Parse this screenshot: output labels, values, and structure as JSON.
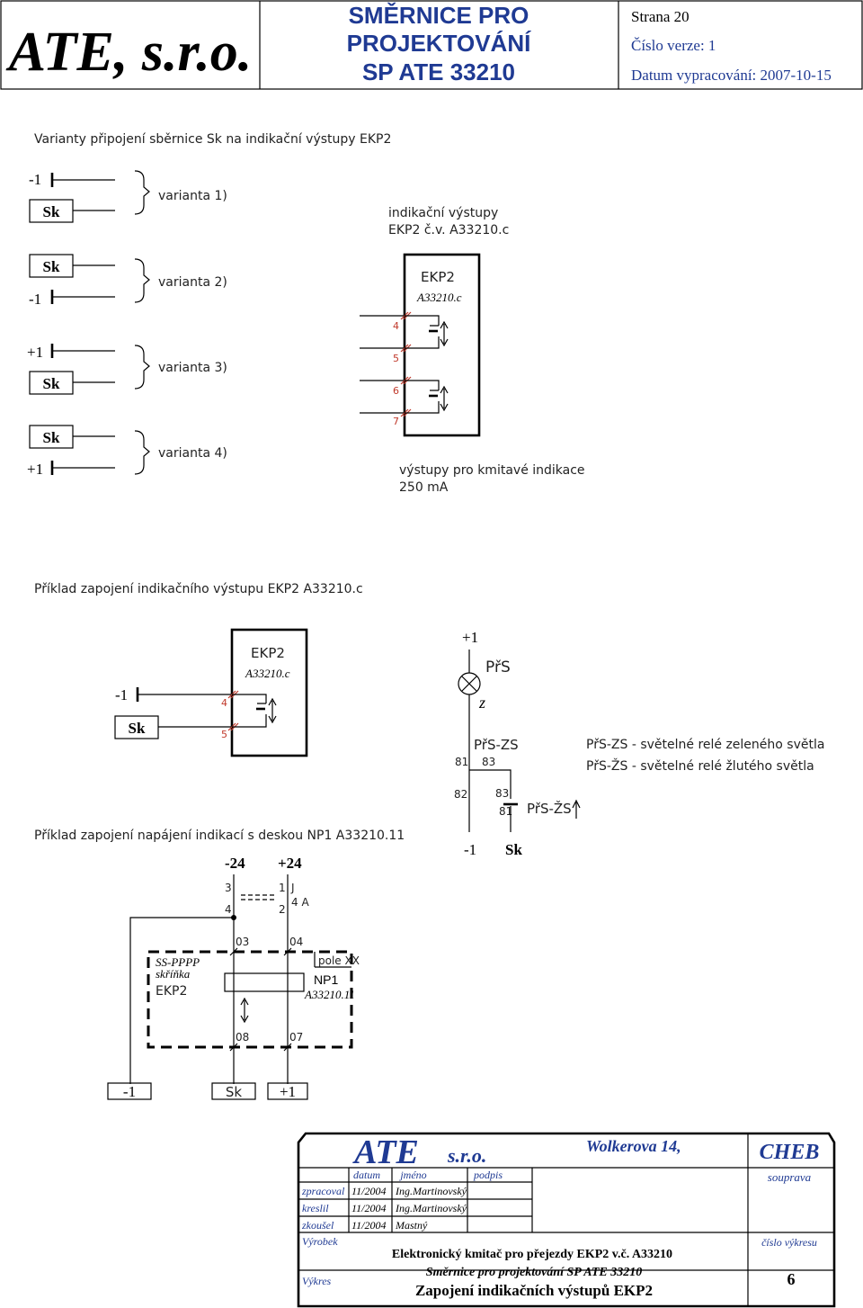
{
  "header": {
    "company": "ATE, s.r.o.",
    "title_line1": "SMĚRNICE PRO",
    "title_line2": "PROJEKTOVÁNÍ",
    "title_line3": "SP ATE 33210",
    "page": "Strana 20",
    "version": "Číslo verze: 1",
    "date": "Datum vypracování: 2007-10-15"
  },
  "section1": {
    "title": "Varianty připojení sběrnice Sk na indikační výstupy EKP2",
    "variants": [
      "varianta 1)",
      "varianta 2)",
      "varianta 3)",
      "varianta 4)"
    ],
    "labels": {
      "minus1": "-1",
      "plus1": "+1",
      "sk": "Sk"
    },
    "outputs_note_line1": "indikační výstupy",
    "outputs_note_line2": "EKP2 č.v. A33210.c",
    "module_name": "EKP2",
    "module_code": "A33210.c",
    "pins": [
      "4",
      "5",
      "6",
      "7"
    ],
    "bottom_note_line1": "výstupy pro kmitavé indikace",
    "bottom_note_line2": "250 mA"
  },
  "section2": {
    "title": "Příklad zapojení indikačního výstupu EKP2 A33210.c",
    "minus1": "-1",
    "sk": "Sk",
    "module_name": "EKP2",
    "module_code": "A33210.c",
    "pins": [
      "4",
      "5"
    ],
    "plus1": "+1",
    "prs": "PřS",
    "z": "z",
    "prs_zs": "PřS-ZS",
    "contact_81": "81",
    "contact_83": "83",
    "contact_82": "82",
    "contact_83b": "83",
    "contact_81b": "81",
    "prs_zs2": "PřS-ŽS",
    "legend1": "PřS-ZS  -  světelné relé zeleného světla",
    "legend2": "PřS-ŽS  -  světelné relé žlutého světla",
    "bottom_minus1": "-1",
    "bottom_sk": "Sk"
  },
  "section3": {
    "title": "Příklad zapojení napájení indikací s deskou NP1 A33210.11",
    "minus24": "-24",
    "plus24": "+24",
    "pin3": "3",
    "pin4": "4",
    "pin1": "1",
    "pin2": "2",
    "fuse": "J",
    "fuse_rating": "4 A",
    "t03": "03",
    "t04": "04",
    "t08": "08",
    "t07": "07",
    "ss_line1": "SS-PPPP",
    "ss_line2": "skříňka",
    "ss_line3": "EKP2",
    "pole": "pole XX",
    "np1": "NP1",
    "np1_code": "A33210.11",
    "term_minus1": "-1",
    "term_sk": "Sk",
    "term_plus1": "+1"
  },
  "titleblock": {
    "ate": "ATE",
    "sro": "s.r.o.",
    "address": "Wolkerova 14,",
    "city": "CHEB",
    "souprava": "souprava",
    "col_datum": "datum",
    "col_jmeno": "jméno",
    "col_podpis": "podpis",
    "row1_label": "zpracoval",
    "row1_date": "11/2004",
    "row1_name": "Ing.Martinovský",
    "row2_label": "kreslil",
    "row2_date": "11/2004",
    "row2_name": "Ing.Martinovský",
    "row3_label": "zkoušel",
    "row3_date": "11/2004",
    "row3_name": "Mastný",
    "vyrobek_label": "Výrobek",
    "vyrobek": "Elektronický kmitač pro přejezdy EKP2 v.č. A33210",
    "smernice": "Směrnice pro projektování SP ATE 33210",
    "vykres_label": "Výkres",
    "vykres": "Zapojení indikačních výstupů EKP2",
    "cislo_label": "číslo výkresu",
    "cislo": "6"
  }
}
